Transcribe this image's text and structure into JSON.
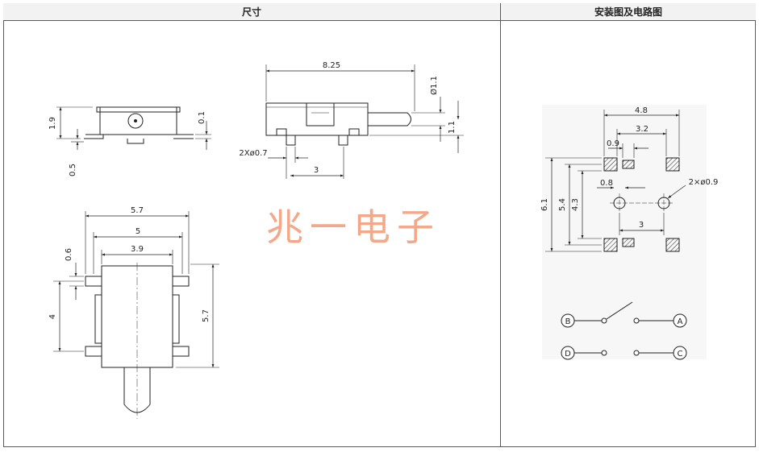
{
  "headers": {
    "left": "尺寸",
    "right": "安装图及电路图"
  },
  "watermark": "兆一电子",
  "colors": {
    "line": "#222222",
    "watermark": "#f3a889",
    "header_bg": "#f2f2f2"
  },
  "dims": {
    "side_height": "1.9",
    "side_foot": "0.5",
    "side_lead": "0.1",
    "top_length": "8.25",
    "top_actuator_dia": "Ø1.1",
    "top_actuator_offset": "1.1",
    "top_pins": "2Xø0.7",
    "top_pin_pitch": "3",
    "front_width_outer": "5.7",
    "front_width_mid": "5",
    "front_width_body": "3.9",
    "front_lead_w": "0.6",
    "front_pitch": "4",
    "front_height": "5.7",
    "pcb_width": "4.8",
    "pcb_inner": "3.2",
    "pcb_pad": "0.9",
    "pcb_height_outer": "6.1",
    "pcb_height_mid": "5.4",
    "pcb_height_inner": "4.3",
    "pcb_hole_gap": "0.8",
    "pcb_hole_dia": "2×ø0.9",
    "pcb_hole_pitch": "3"
  },
  "circuit": {
    "a": "A",
    "b": "B",
    "c": "C",
    "d": "D"
  }
}
